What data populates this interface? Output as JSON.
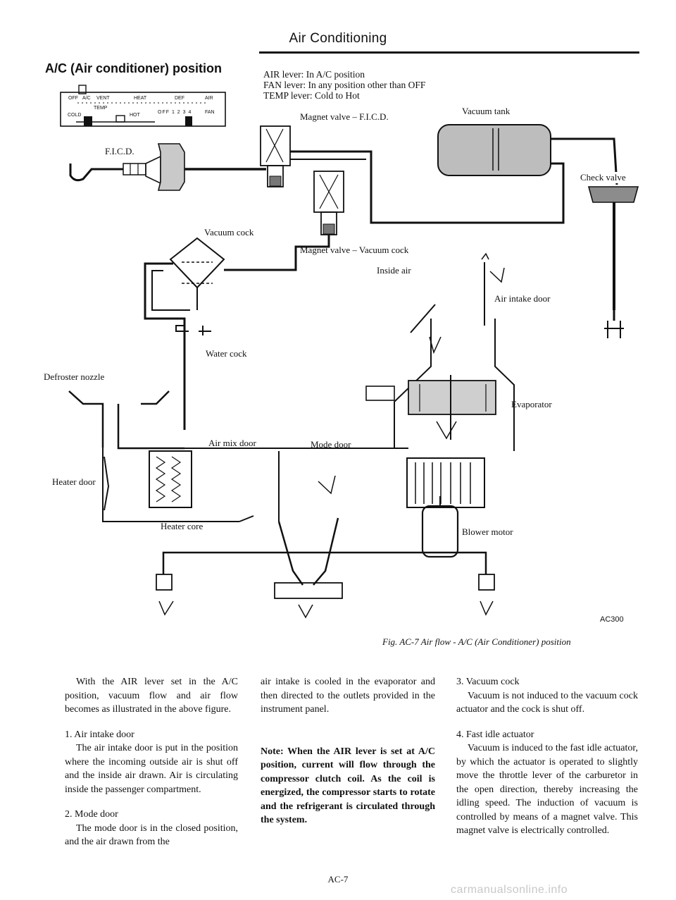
{
  "header": {
    "title": "Air Conditioning"
  },
  "section_title": "A/C (Air conditioner) position",
  "conditions": [
    "AIR lever: In A/C position",
    "FAN lever: In any position other than OFF",
    "TEMP lever: Cold to Hot"
  ],
  "control_panel": {
    "top": [
      "OFF",
      "A/C",
      "VENT",
      "HEAT",
      "DEF",
      "AIR"
    ],
    "temp": "TEMP",
    "cold": "COLD",
    "hot": "HOT",
    "fan_scale": "OFF 1 2 3 4",
    "fan": "FAN"
  },
  "labels": {
    "ficd": "F.I.C.D.",
    "magnet_valve_ficd": "Magnet valve – F.I.C.D.",
    "vacuum_tank": "Vacuum tank",
    "check_valve": "Check valve",
    "vacuum_cock": "Vacuum cock",
    "magnet_valve_vacuum_cock": "Magnet valve – Vacuum cock",
    "inside_air": "Inside air",
    "air_intake_door": "Air intake door",
    "water_cock": "Water cock",
    "defroster_nozzle": "Defroster nozzle",
    "evaporator": "Evaporator",
    "air_mix_door": "Air mix door",
    "mode_door": "Mode door",
    "heater_door": "Heater door",
    "heater_core": "Heater core",
    "blower_motor": "Blower motor"
  },
  "figure_code": "AC300",
  "caption": "Fig. AC-7  Air flow - A/C (Air Conditioner) position",
  "column1": {
    "intro": "With the AIR lever set in the A/C position, vacuum flow and air flow becomes as illustrated in the above figure.",
    "item1_title": "1.  Air intake door",
    "item1_body": "The air intake door is put in the position where the incoming outside air is shut off and the inside air drawn. Air is circulating inside the passenger compartment.",
    "item2_title": "2.  Mode door",
    "item2_body": "The mode door is in the closed position, and the air drawn from the"
  },
  "column2": {
    "text": "air intake is cooled in the evaporator and then directed to the outlets provided in the instrument panel.",
    "note": "Note:  When the AIR lever is set at A/C position, current will flow through the compressor clutch coil. As the coil is energized, the compressor starts to rotate and the refrigerant is circulated through the system."
  },
  "column3": {
    "item3_title": "3.  Vacuum cock",
    "item3_body": "Vacuum is not induced to the vacuum cock actuator and the cock is shut off.",
    "item4_title": "4.  Fast idle actuator",
    "item4_body": "Vacuum is induced to the fast idle actuator, by which the actuator is operated to slightly move the throttle lever of the carburetor in the open direction, thereby increasing the idling speed. The induction of vacuum is controlled by means of a magnet valve. This magnet valve is electrically controlled."
  },
  "page_number": "AC-7",
  "watermark": "carmanualsonline.info"
}
